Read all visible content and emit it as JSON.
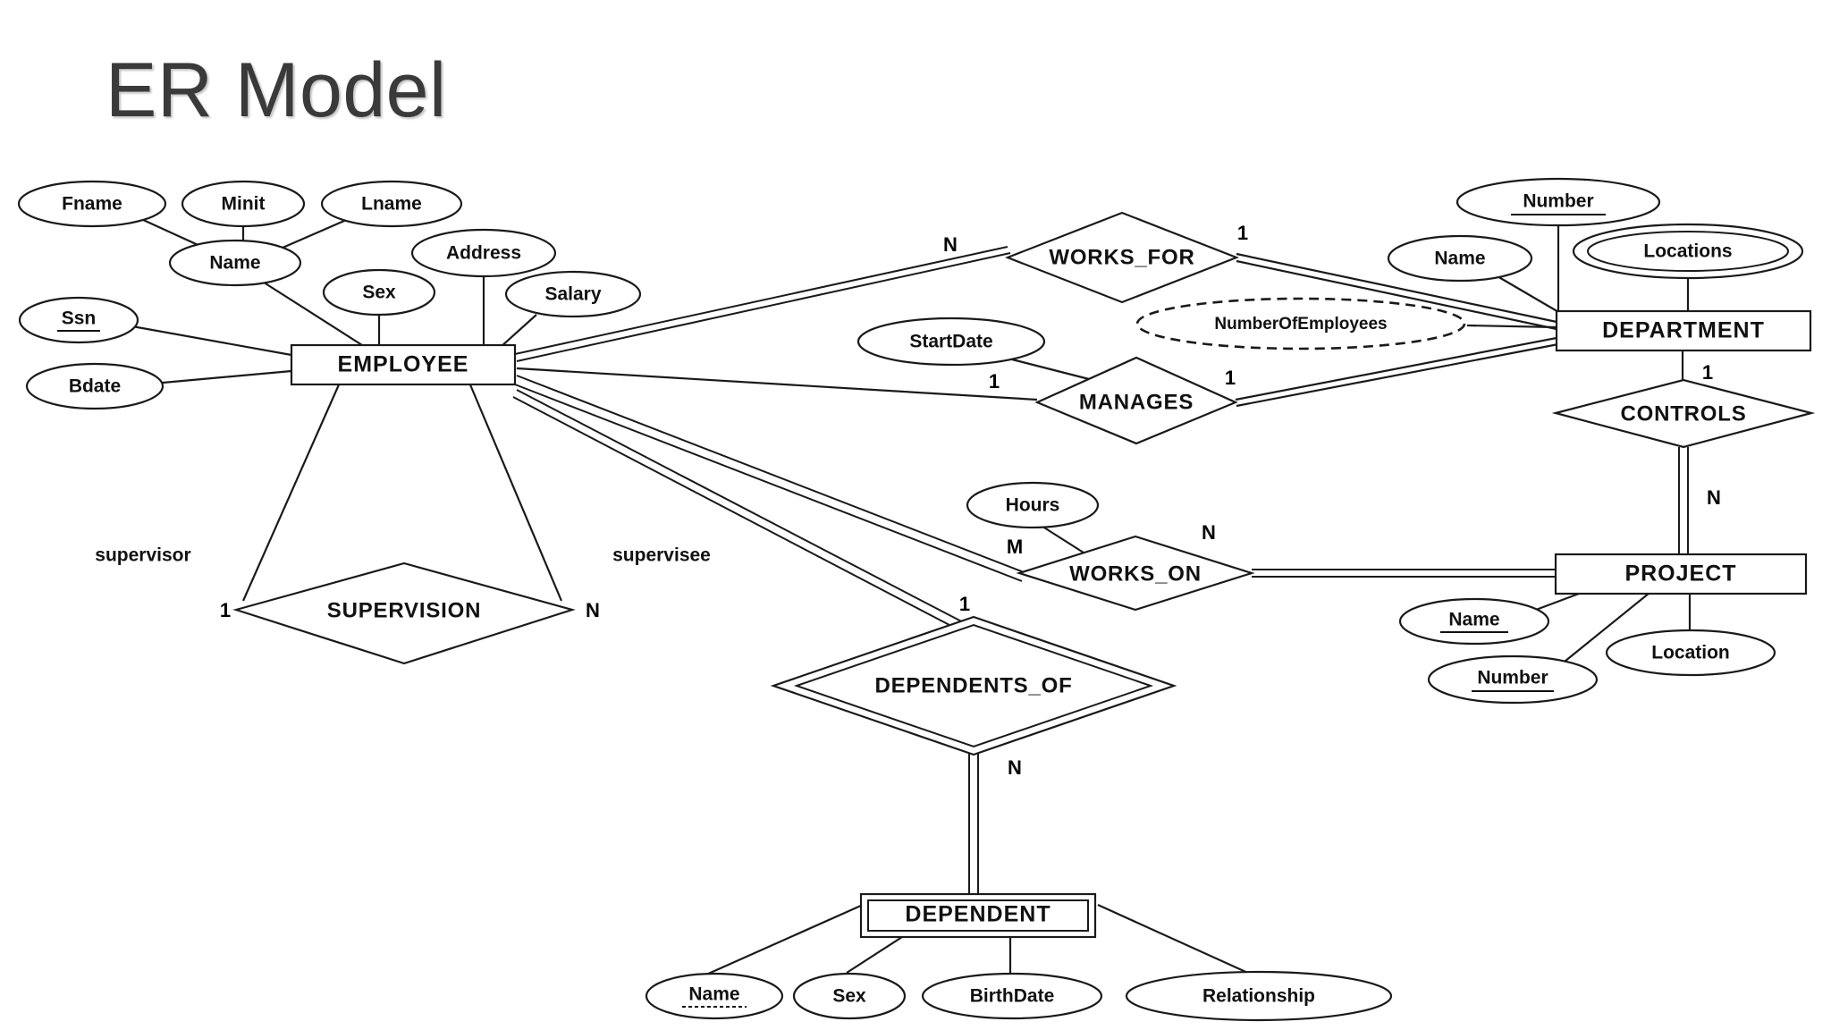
{
  "page": {
    "title": "ER Model",
    "background_color": "#ffffff",
    "ink_color": "#1a1a1a",
    "title_color": "#3a3a3a"
  },
  "chart_data": {
    "type": "diagram",
    "diagram_kind": "entity-relationship",
    "notation": "Chen",
    "title": "ER Model",
    "entities": [
      {
        "id": "EMPLOYEE",
        "label": "EMPLOYEE",
        "kind": "strong"
      },
      {
        "id": "DEPARTMENT",
        "label": "DEPARTMENT",
        "kind": "strong"
      },
      {
        "id": "PROJECT",
        "label": "PROJECT",
        "kind": "strong"
      },
      {
        "id": "DEPENDENT",
        "label": "DEPENDENT",
        "kind": "weak"
      }
    ],
    "relationships": [
      {
        "id": "WORKS_FOR",
        "label": "WORKS_FOR",
        "kind": "normal",
        "participants": [
          {
            "entity": "EMPLOYEE",
            "cardinality": "N"
          },
          {
            "entity": "DEPARTMENT",
            "cardinality": "1"
          }
        ]
      },
      {
        "id": "MANAGES",
        "label": "MANAGES",
        "kind": "normal",
        "participants": [
          {
            "entity": "EMPLOYEE",
            "cardinality": "1"
          },
          {
            "entity": "DEPARTMENT",
            "cardinality": "1"
          }
        ]
      },
      {
        "id": "SUPERVISION",
        "label": "SUPERVISION",
        "kind": "normal",
        "participants": [
          {
            "entity": "EMPLOYEE",
            "cardinality": "1",
            "role": "supervisor"
          },
          {
            "entity": "EMPLOYEE",
            "cardinality": "N",
            "role": "supervisee"
          }
        ]
      },
      {
        "id": "WORKS_ON",
        "label": "WORKS_ON",
        "kind": "normal",
        "participants": [
          {
            "entity": "EMPLOYEE",
            "cardinality": "M"
          },
          {
            "entity": "PROJECT",
            "cardinality": "N"
          }
        ]
      },
      {
        "id": "CONTROLS",
        "label": "CONTROLS",
        "kind": "normal",
        "participants": [
          {
            "entity": "DEPARTMENT",
            "cardinality": "1"
          },
          {
            "entity": "PROJECT",
            "cardinality": "N"
          }
        ]
      },
      {
        "id": "DEPENDENTS_OF",
        "label": "DEPENDENTS_OF",
        "kind": "identifying",
        "participants": [
          {
            "entity": "EMPLOYEE",
            "cardinality": "1"
          },
          {
            "entity": "DEPENDENT",
            "cardinality": "N"
          }
        ]
      }
    ],
    "attributes": [
      {
        "owner": "EMPLOYEE",
        "label": "Fname",
        "kind": "simple"
      },
      {
        "owner": "EMPLOYEE",
        "label": "Minit",
        "kind": "simple"
      },
      {
        "owner": "EMPLOYEE",
        "label": "Lname",
        "kind": "simple"
      },
      {
        "owner": "EMPLOYEE",
        "label": "Name",
        "kind": "composite"
      },
      {
        "owner": "EMPLOYEE",
        "label": "Ssn",
        "kind": "key"
      },
      {
        "owner": "EMPLOYEE",
        "label": "Bdate",
        "kind": "simple"
      },
      {
        "owner": "EMPLOYEE",
        "label": "Sex",
        "kind": "simple"
      },
      {
        "owner": "EMPLOYEE",
        "label": "Address",
        "kind": "simple"
      },
      {
        "owner": "EMPLOYEE",
        "label": "Salary",
        "kind": "simple"
      },
      {
        "owner": "MANAGES",
        "label": "StartDate",
        "kind": "simple"
      },
      {
        "owner": "WORKS_FOR",
        "label": "NumberOfEmployees",
        "kind": "derived"
      },
      {
        "owner": "DEPARTMENT",
        "label": "Number",
        "kind": "key"
      },
      {
        "owner": "DEPARTMENT",
        "label": "Name",
        "kind": "simple"
      },
      {
        "owner": "DEPARTMENT",
        "label": "Locations",
        "kind": "multivalued"
      },
      {
        "owner": "WORKS_ON",
        "label": "Hours",
        "kind": "simple"
      },
      {
        "owner": "PROJECT",
        "label": "Name",
        "kind": "key"
      },
      {
        "owner": "PROJECT",
        "label": "Number",
        "kind": "key"
      },
      {
        "owner": "PROJECT",
        "label": "Location",
        "kind": "simple"
      },
      {
        "owner": "DEPENDENT",
        "label": "Name",
        "kind": "partial-key"
      },
      {
        "owner": "DEPENDENT",
        "label": "Sex",
        "kind": "simple"
      },
      {
        "owner": "DEPENDENT",
        "label": "BirthDate",
        "kind": "simple"
      },
      {
        "owner": "DEPENDENT",
        "label": "Relationship",
        "kind": "simple"
      }
    ],
    "cardinality_labels": [
      "N",
      "1",
      "1",
      "1",
      "1",
      "N",
      "M",
      "N",
      "1",
      "N",
      "1",
      "N"
    ],
    "role_labels": [
      "supervisor",
      "supervisee"
    ]
  },
  "labels": {
    "fname": "Fname",
    "minit": "Minit",
    "lname": "Lname",
    "name_emp": "Name",
    "ssn": "Ssn",
    "bdate": "Bdate",
    "sex_emp": "Sex",
    "address": "Address",
    "salary": "Salary",
    "employee": "EMPLOYEE",
    "works_for": "WORKS_FOR",
    "manages": "MANAGES",
    "startdate": "StartDate",
    "number_of_employees": "NumberOfEmployees",
    "department": "DEPARTMENT",
    "dept_number": "Number",
    "dept_name": "Name",
    "locations": "Locations",
    "controls": "CONTROLS",
    "project": "PROJECT",
    "proj_name": "Name",
    "proj_number": "Number",
    "proj_location": "Location",
    "works_on": "WORKS_ON",
    "hours": "Hours",
    "supervision": "SUPERVISION",
    "supervisor": "supervisor",
    "supervisee": "supervisee",
    "dependents_of": "DEPENDENTS_OF",
    "dependent": "DEPENDENT",
    "dep_name": "Name",
    "dep_sex": "Sex",
    "dep_birthdate": "BirthDate",
    "dep_relationship": "Relationship"
  },
  "cardinalities": {
    "wf_n": "N",
    "wf_1": "1",
    "mg_1a": "1",
    "mg_1b": "1",
    "sv_1": "1",
    "sv_n": "N",
    "wo_m": "M",
    "wo_n": "N",
    "ct_1": "1",
    "ct_n": "N",
    "do_1": "1",
    "do_n": "N"
  }
}
